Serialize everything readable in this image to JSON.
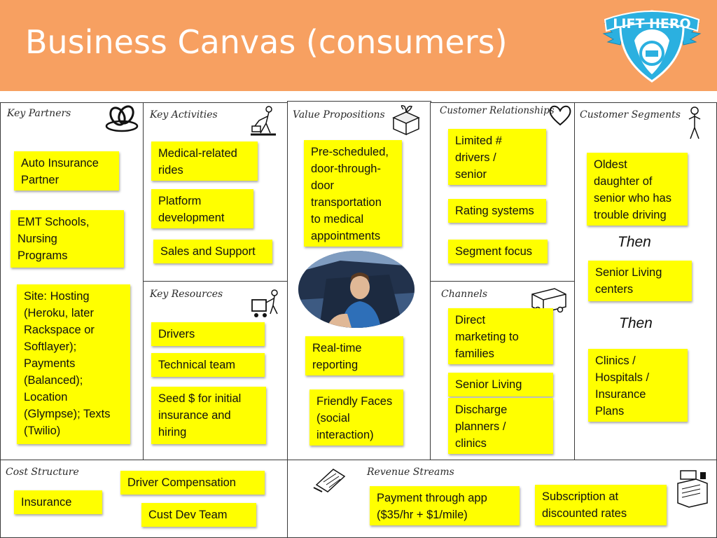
{
  "header": {
    "title": "Business Canvas (consumers)",
    "logo_text": "LIFT HERO",
    "background": "#f7a061"
  },
  "sections": {
    "key_partners": {
      "title": "Key Partners",
      "icon": "chain-links-icon",
      "notes": [
        "Auto Insurance\nPartner",
        "EMT Schools,\nNursing\nPrograms",
        "Site: Hosting\n(Heroku, later\nRackspace or\nSoftlayer);\nPayments\n(Balanced);\nLocation\n(Glympse); Texts\n(Twilio)"
      ]
    },
    "key_activities": {
      "title": "Key Activities",
      "icon": "worker-icon",
      "notes": [
        "Medical-related\nrides",
        "Platform\ndevelopment",
        "Sales and Support"
      ]
    },
    "key_resources": {
      "title": "Key Resources",
      "icon": "worker-cart-icon",
      "notes": [
        "Drivers",
        "Technical team",
        "Seed $ for initial\ninsurance and\nhiring"
      ]
    },
    "value_propositions": {
      "title": "Value Propositions",
      "icon": "gift-box-icon",
      "notes": [
        "Pre-scheduled,\ndoor-through-\ndoor\ntransportation\nto medical\nappointments",
        "Real-time\nreporting",
        "Friendly Faces\n(social\ninteraction)"
      ],
      "photo": "driver-photo"
    },
    "customer_relationships": {
      "title": "Customer Relationships",
      "icon": "heart-icon",
      "notes": [
        "Limited #\ndrivers /\nsenior",
        "Rating systems",
        "Segment focus"
      ]
    },
    "channels": {
      "title": "Channels",
      "icon": "delivery-truck-icon",
      "notes": [
        "Direct\nmarketing to\nfamilies",
        "Senior Living",
        "Discharge\nplanners /\nclinics"
      ]
    },
    "customer_segments": {
      "title": "Customer Segments",
      "icon": "person-icon",
      "notes": [
        "Oldest\ndaughter of\nsenior who has\ntrouble driving",
        "Senior Living\ncenters",
        "Clinics /\nHospitals /\nInsurance\nPlans"
      ],
      "then_labels": [
        "Then",
        "Then"
      ]
    },
    "cost_structure": {
      "title": "Cost Structure",
      "notes": [
        "Driver Compensation",
        "Insurance",
        "Cust Dev Team"
      ]
    },
    "revenue_streams": {
      "title": "Revenue Streams",
      "icon_left": "document-icon",
      "icon_right": "cash-register-icon",
      "notes": [
        "Payment through app\n($35/hr + $1/mile)",
        "Subscription at\ndiscounted rates"
      ]
    }
  },
  "colors": {
    "note": "#ffff00",
    "border": "#3a3a3a"
  }
}
